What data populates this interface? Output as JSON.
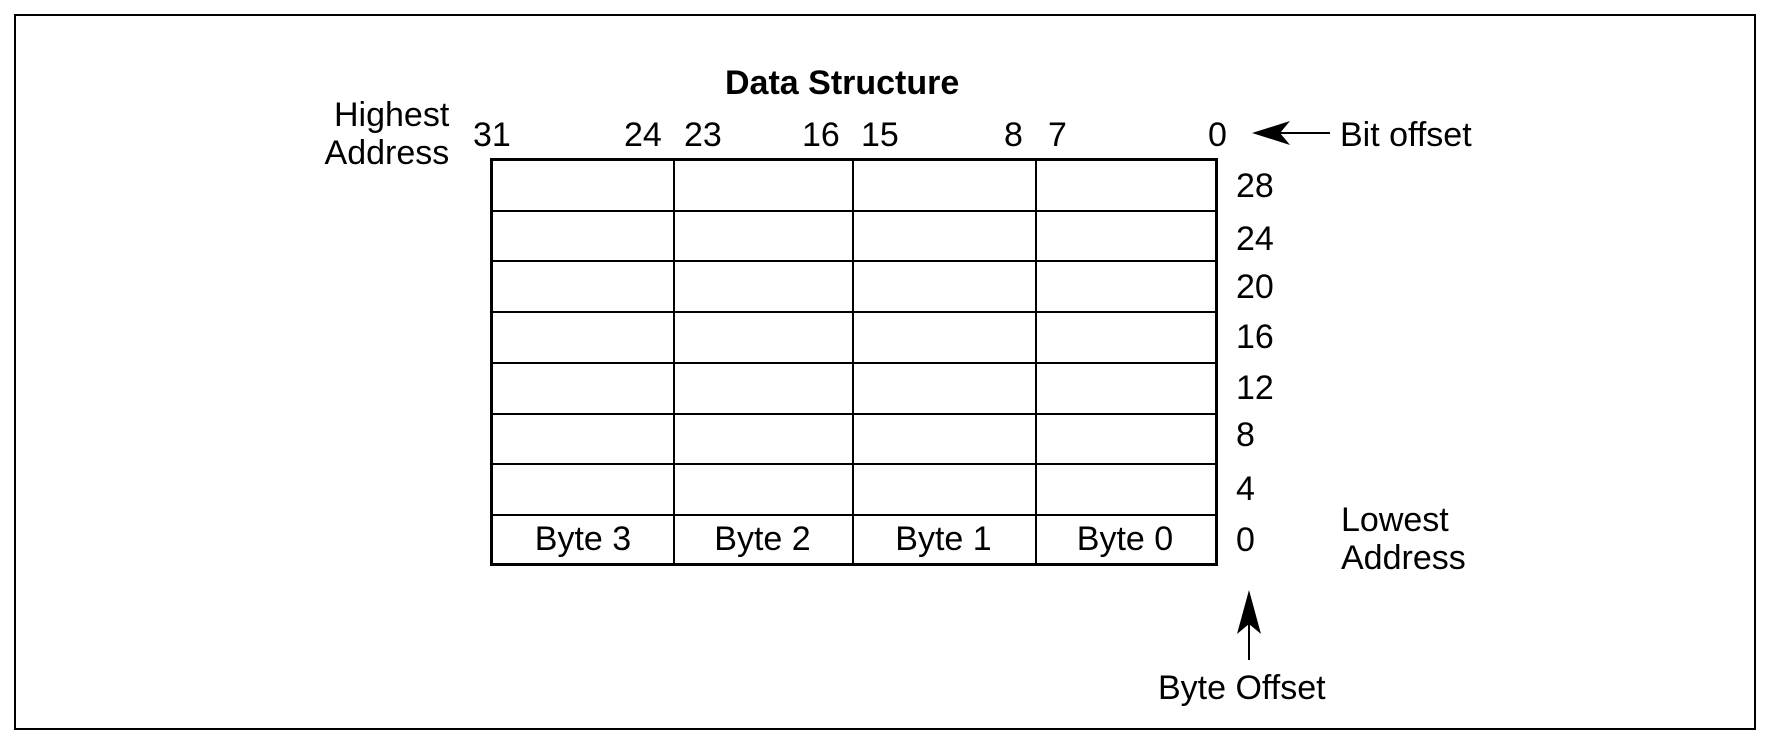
{
  "title": "Data Structure",
  "highest_address": [
    "Highest",
    "Address"
  ],
  "lowest_address": [
    "Lowest",
    "Address"
  ],
  "bit_offset_label": "Bit offset",
  "byte_offset_label": "Byte Offset",
  "bit_numbers": [
    "31",
    "24",
    "23",
    "16",
    "15",
    "8",
    "7",
    "0"
  ],
  "row_offsets": [
    "28",
    "24",
    "20",
    "16",
    "12",
    "8",
    "4",
    "0"
  ],
  "bytes": [
    "Byte 3",
    "Byte 2",
    "Byte 1",
    "Byte 0"
  ]
}
